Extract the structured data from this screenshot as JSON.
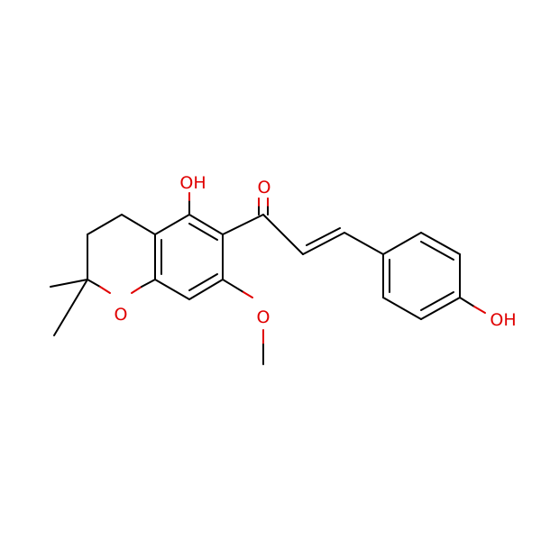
{
  "colors": {
    "bond": "#000000",
    "oxygen": "#e00000",
    "background": "#ffffff"
  },
  "atoms": {
    "hydroxyl_top": "OH",
    "carbonyl_oxygen": "O",
    "ring_oxygen": "O",
    "methoxy_oxygen": "O",
    "phenol_hydroxyl": "OH"
  }
}
